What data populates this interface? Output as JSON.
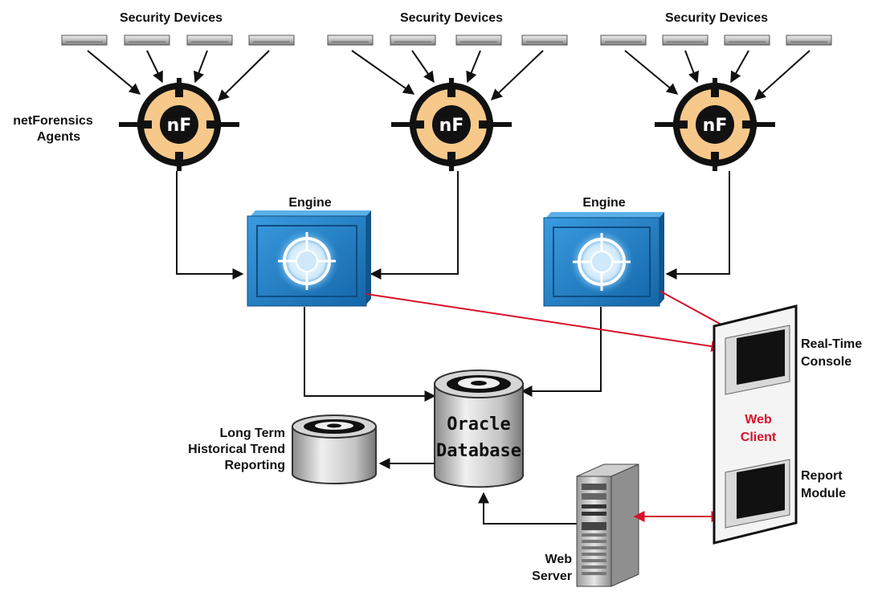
{
  "groups": [
    {
      "label": "Security Devices"
    },
    {
      "label": "Security Devices"
    },
    {
      "label": "Security Devices"
    }
  ],
  "agents_label": [
    "netForensics",
    "Agents"
  ],
  "agent_logo_text": "nF",
  "engines": [
    {
      "label": "Engine"
    },
    {
      "label": "Engine"
    }
  ],
  "database": {
    "line1": "Oracle",
    "line2": "Database"
  },
  "archive": {
    "line1": "Long Term",
    "line2": "Historical Trend",
    "line3": "Reporting"
  },
  "web_server": {
    "line1": "Web",
    "line2": "Server"
  },
  "web_client": {
    "line1": "Web",
    "line2": "Client"
  },
  "console": {
    "line1": "Real-Time",
    "line2": "Console"
  },
  "report": {
    "line1": "Report",
    "line2": "Module"
  },
  "colors": {
    "engine_blue": "#1f7fc6",
    "agent_fill": "#f6c88a",
    "link_red": "#d8102a",
    "link_black": "#111111"
  },
  "icons": [
    "security-device-icon",
    "nf-agent-icon",
    "engine-icon",
    "database-icon",
    "web-server-icon",
    "web-client-icon"
  ]
}
